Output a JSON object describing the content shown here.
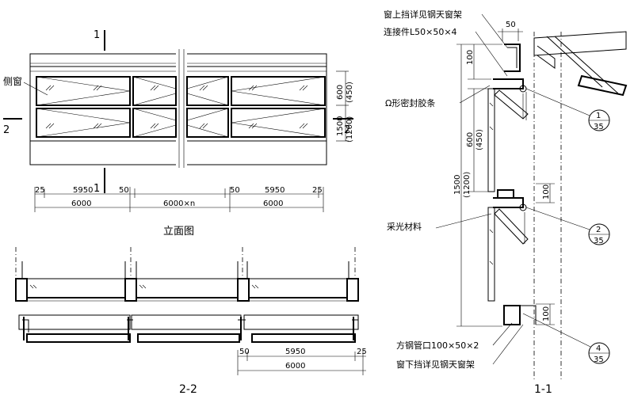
{
  "elevation": {
    "title": "立面图",
    "side_window_label": "侧窗",
    "section_mark_1": "1",
    "section_mark_2": "2",
    "dims_bottom": [
      "25",
      "5950",
      "50",
      "50",
      "5950",
      "25"
    ],
    "dims_total": [
      "6000",
      "6000×n",
      "6000"
    ],
    "dims_right": [
      "600",
      "(450)",
      "1500",
      "(1200)"
    ]
  },
  "section_22": {
    "title": "2-2",
    "dims_top": [
      "50",
      "5950",
      "25"
    ],
    "dims_total": "6000"
  },
  "section_11": {
    "title": "1-1",
    "labels": {
      "top_detail": "窗上挡详见钢天窗架",
      "angle": "连接件L50×50×4",
      "seal": "Ω形密封胶条",
      "glazing": "采光材料",
      "tube": "方钢管口100×50×2",
      "bottom_detail": "窗下挡详见钢天窗架"
    },
    "dims": [
      "50",
      "100",
      "600",
      "(450)",
      "1500",
      "(1200)",
      "100",
      "100"
    ],
    "callouts": [
      {
        "num": "1",
        "sheet": "35"
      },
      {
        "num": "2",
        "sheet": "35"
      },
      {
        "num": "4",
        "sheet": "35"
      }
    ]
  }
}
